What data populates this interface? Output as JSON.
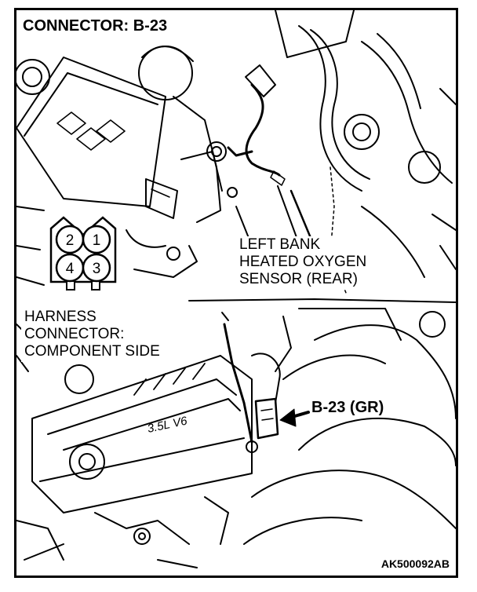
{
  "title": "CONNECTOR: B-23",
  "sensor_label": [
    "LEFT BANK",
    "HEATED OXYGEN",
    "SENSOR (REAR)"
  ],
  "harness_label": [
    "HARNESS",
    "CONNECTOR:",
    "COMPONENT SIDE"
  ],
  "connector_pins": [
    "2",
    "1",
    "4",
    "3"
  ],
  "callout": "B-23 (GR)",
  "engine_marking": "3.5L V6",
  "figure_code": "AK500092AB"
}
